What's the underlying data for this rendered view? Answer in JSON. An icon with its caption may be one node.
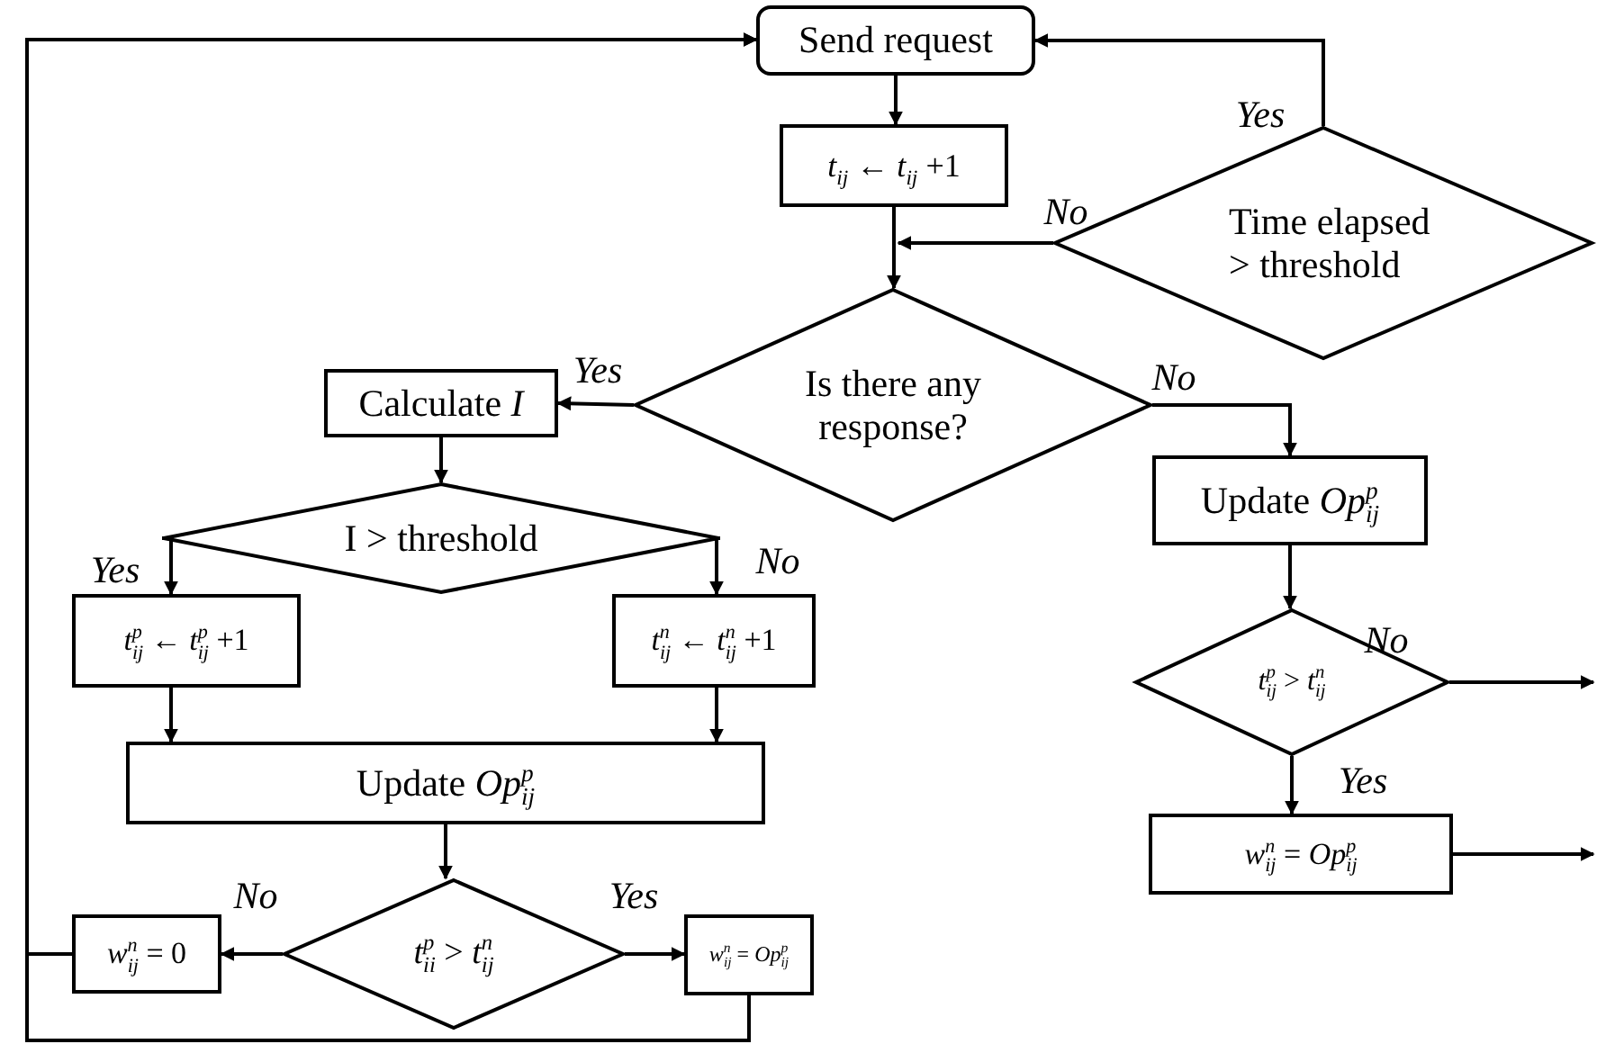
{
  "diagram": {
    "nodes": [
      {
        "text": [
          "Send request"
        ]
      },
      {
        "text": [
          "*t*$_{ij}$ ← *t*$_{ij}$ +1"
        ]
      },
      {
        "text": [
          "Time elapsed > threshold"
        ]
      },
      {
        "text": [
          "Is there any response?"
        ]
      },
      {
        "text": [
          "Calculate *I*"
        ]
      },
      {
        "text": [
          "I > threshold"
        ]
      },
      {
        "text": [
          "*t*$^{p}$$_{ij}$ ← *t*$^{p}$$_{ij}$ +1"
        ]
      },
      {
        "text": [
          "*t*$^{n}$$_{ij}$ ← *t*$^{n}$$_{ij}$ +1"
        ]
      },
      {
        "text": [
          "Update *Op*$^{p}$$_{ij}$"
        ]
      },
      {
        "text": [
          "*t*$^{p}$$_{ii}$ > *t*$^{n}$$_{ij}$"
        ]
      },
      {
        "text": [
          "*w*$^{n}$$_{ij}$ = 0"
        ]
      },
      {
        "text": [
          "*w*$^{n}$$_{ij}$ = *Op*$^{p}$$_{ij}$"
        ]
      },
      {
        "text": [
          "Update *Op*$^{p}$$_{ij}$"
        ]
      },
      {
        "text": [
          "*t*$^{p}$$_{ij}$ > *t*$^{n}$$_{ij}$"
        ]
      },
      {
        "text": [
          "*w*$^{n}$$_{ij}$ = *Op*$^{p}$$_{ij}$"
        ]
      }
    ],
    "edges": [
      {
        "from": 0,
        "to": 1,
        "arrow": "to"
      },
      {
        "from": 1,
        "to": 3,
        "arrow": "to"
      },
      {
        "from": 2,
        "to": 3,
        "arrow": "to",
        "label": "No"
      },
      {
        "from": 2,
        "to": 0,
        "arrow": "to",
        "label": "Yes"
      },
      {
        "from": 3,
        "to": 4,
        "arrow": "to",
        "label": "Yes"
      },
      {
        "from": 3,
        "to": 12,
        "arrow": "to",
        "label": "No"
      },
      {
        "from": 4,
        "to": 5,
        "arrow": "to"
      },
      {
        "from": 5,
        "to": 6,
        "arrow": "to",
        "label": "Yes"
      },
      {
        "from": 5,
        "to": 7,
        "arrow": "to",
        "label": "No"
      },
      {
        "from": 6,
        "to": 8,
        "arrow": "to"
      },
      {
        "from": 7,
        "to": 8,
        "arrow": "to"
      },
      {
        "from": 8,
        "to": 9,
        "arrow": "to"
      },
      {
        "from": 9,
        "to": 10,
        "arrow": "to",
        "label": "No"
      },
      {
        "from": 9,
        "to": 11,
        "arrow": "to",
        "label": "Yes"
      },
      {
        "from": 11,
        "to": 0,
        "arrow": "to"
      },
      {
        "from": 10,
        "to": 0,
        "arrow": "to"
      },
      {
        "from": 12,
        "to": 13,
        "arrow": "to"
      },
      {
        "from": 13,
        "to": null,
        "arrow": "to",
        "label": "No"
      },
      {
        "from": 13,
        "to": 14,
        "arrow": "to",
        "label": "Yes"
      },
      {
        "from": 14,
        "to": null,
        "arrow": "to"
      }
    ]
  }
}
